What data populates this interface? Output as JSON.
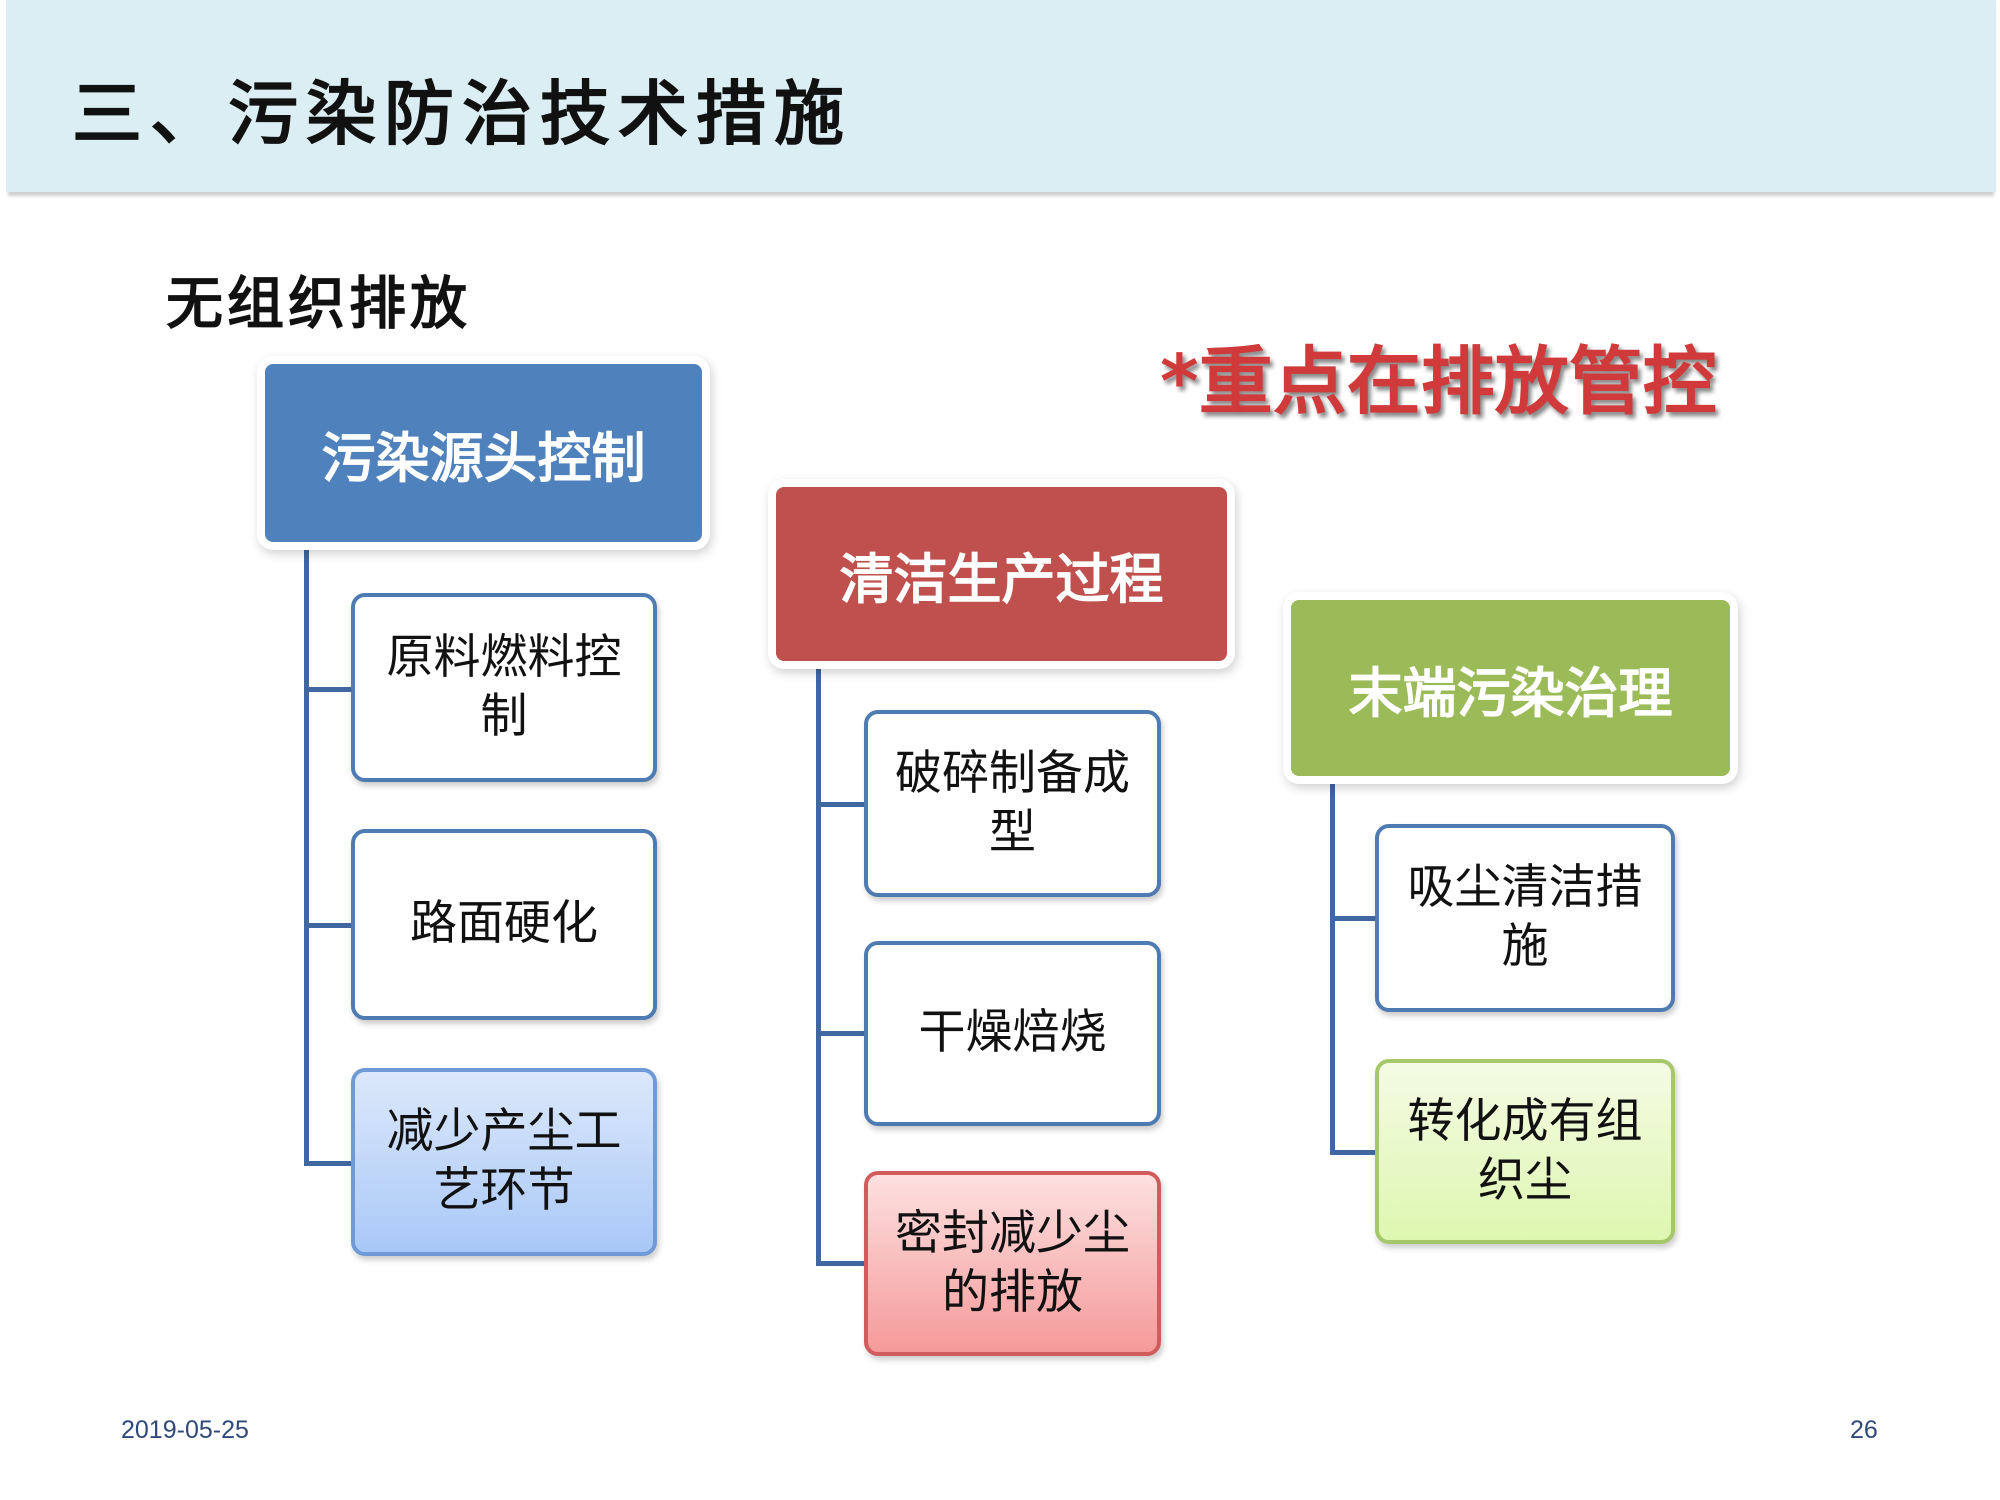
{
  "header": {
    "title": "三、污染防治技术措施"
  },
  "subtitle": "无组织排放",
  "highlight": "*重点在排放管控",
  "colors": {
    "blue": "#4f81bd",
    "red": "#c0504d",
    "green": "#9bbb59",
    "accent_text": "#d03a3a"
  },
  "groups": [
    {
      "title": "污染源头控制",
      "items": [
        "原料燃料控制",
        "路面硬化",
        "减少产尘工艺环节"
      ]
    },
    {
      "title": "清洁生产过程",
      "items": [
        "破碎制备成型",
        "干燥焙烧",
        "密封减少尘的排放"
      ]
    },
    {
      "title": "末端污染治理",
      "items": [
        "吸尘清洁措施",
        "转化成有组织尘"
      ]
    }
  ],
  "footer": {
    "date": "2019-05-25",
    "page": "26"
  }
}
